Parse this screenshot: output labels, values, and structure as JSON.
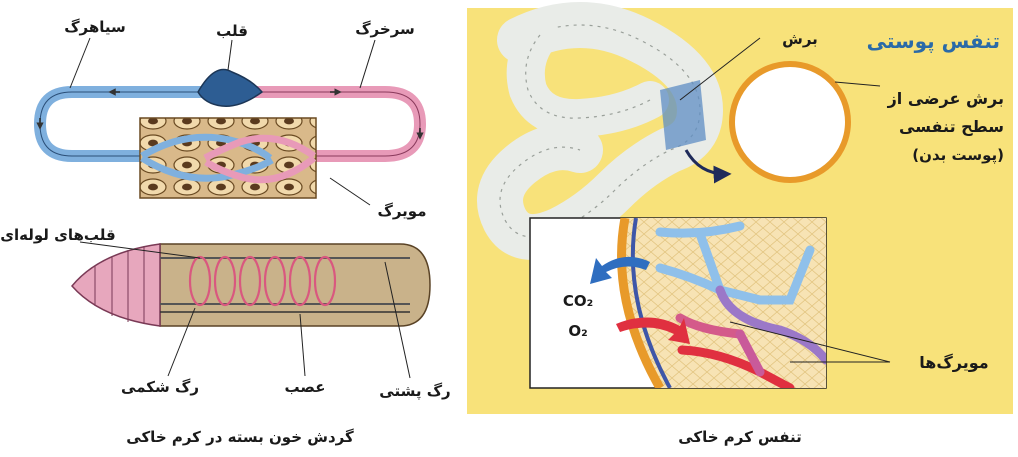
{
  "left_figure": {
    "labels": {
      "vein": "سیاهرگ",
      "heart": "قلب",
      "artery": "سرخرگ",
      "capillary": "مویرگ",
      "tubular_hearts": "قلب‌های لوله‌ای",
      "ventral_vessel": "رگ شکمی",
      "nerve": "عصب",
      "dorsal_vessel": "رگ پشتی"
    },
    "caption": "گردش خون بسته در کرم خاکی"
  },
  "right_figure": {
    "title": "تنفس پوستی",
    "labels": {
      "section": "برش",
      "cross_section_line1": "برش عرضی از",
      "cross_section_line2": "سطح تنفسی",
      "cross_section_line3": "(پوست بدن)",
      "co2": "CO₂",
      "o2": "O₂",
      "capillaries": "مویرگ‌ها"
    },
    "caption": "تنفس کرم خاکی"
  },
  "colors": {
    "vein_blue": "#7fb0de",
    "artery_pink": "#e89ab8",
    "tissue_tan": "#d9b98a",
    "cell_brown": "#5a3a1e",
    "worm_body": "#c9b28a",
    "panel_yellow": "#f8e27a",
    "worm_white": "#e9ece8",
    "ring_orange": "#e89a2a",
    "arrow_navy": "#1f2b5a",
    "arrow_blue": "#2f6ec0",
    "arrow_red": "#e03040"
  }
}
